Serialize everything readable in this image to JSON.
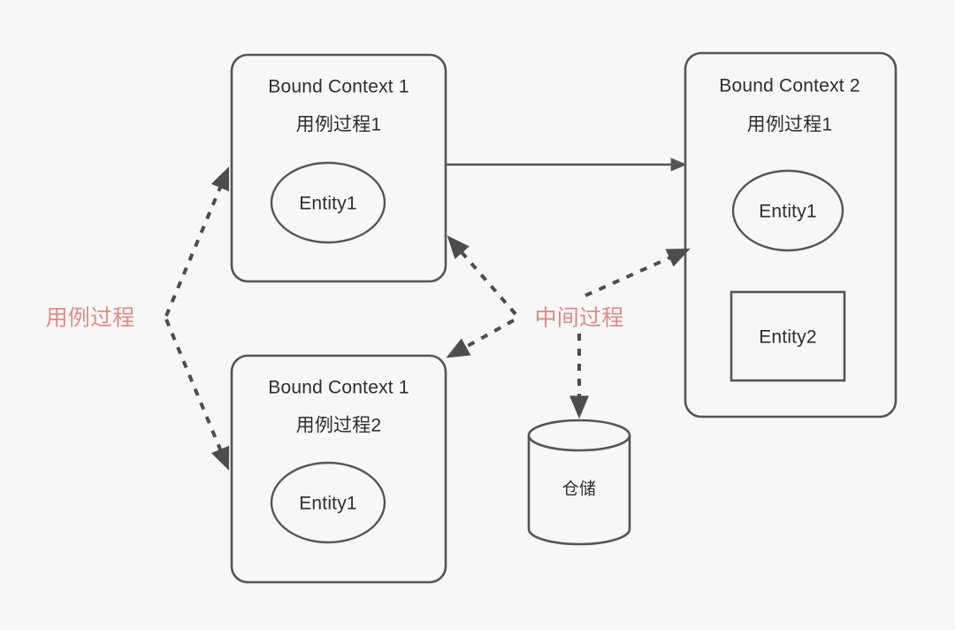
{
  "diagram": {
    "background_color": "#f7f7f7",
    "stroke_color": "#555555",
    "text_color": "#2e2e2e",
    "accent_color": "#e08b84",
    "contexts": [
      {
        "id": "bc1-uc1",
        "title": "Bound Context 1",
        "subtitle": "用例过程1",
        "entities": [
          {
            "name": "Entity1",
            "shape": "ellipse"
          }
        ]
      },
      {
        "id": "bc2-uc1",
        "title": "Bound Context 2",
        "subtitle": "用例过程1",
        "entities": [
          {
            "name": "Entity1",
            "shape": "ellipse"
          },
          {
            "name": "Entity2",
            "shape": "rectangle"
          }
        ]
      },
      {
        "id": "bc1-uc2",
        "title": "Bound Context 1",
        "subtitle": "用例过程2",
        "entities": [
          {
            "name": "Entity1",
            "shape": "ellipse"
          }
        ]
      }
    ],
    "datastore": {
      "label": "仓储",
      "shape": "cylinder"
    },
    "annotations": [
      {
        "id": "use-case-process",
        "text": "用例过程",
        "color": "#e08b84"
      },
      {
        "id": "intermediate-process",
        "text": "中间过程",
        "color": "#e08b84"
      }
    ],
    "connections": [
      {
        "from": "bc1-uc1",
        "to": "bc2-uc1",
        "style": "solid",
        "arrow": "end"
      },
      {
        "from": "use-case-process",
        "to": "bc1-uc1",
        "style": "dashed",
        "arrow": "end"
      },
      {
        "from": "use-case-process",
        "to": "bc1-uc2",
        "style": "dashed",
        "arrow": "end"
      },
      {
        "from": "intermediate-process",
        "to": "bc1-uc1",
        "style": "dashed",
        "arrow": "end"
      },
      {
        "from": "intermediate-process",
        "to": "bc1-uc2",
        "style": "dashed",
        "arrow": "end"
      },
      {
        "from": "intermediate-process",
        "to": "bc2-uc1",
        "style": "dashed",
        "arrow": "end"
      },
      {
        "from": "intermediate-process",
        "to": "datastore",
        "style": "dashed",
        "arrow": "end"
      }
    ]
  }
}
